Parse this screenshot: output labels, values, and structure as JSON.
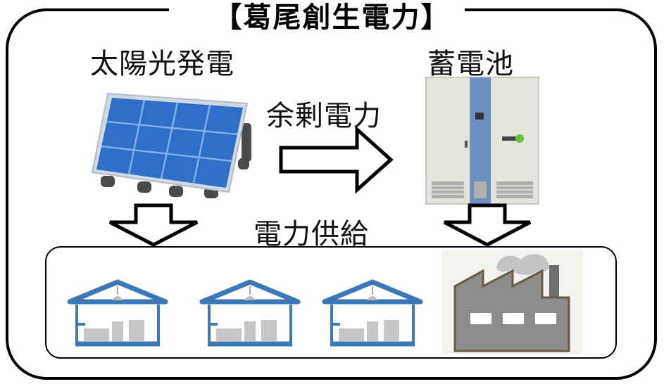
{
  "title": "【葛尾創生電力】",
  "labels": {
    "solar": "太陽光発電",
    "battery": "蓄電池",
    "surplus": "余剰電力",
    "supply": "電力供給"
  },
  "colors": {
    "solar_panel": "#2f6fc6",
    "house_blue": "#3b78b5",
    "factory_gray": "#8c8c8c",
    "factory_window": "#ffffff",
    "battery_body": "#e4e4dd",
    "battery_stripe": "#6f8fbf"
  },
  "icons": [
    "solar-panel-icon",
    "battery-cabinet-icon",
    "house-icon",
    "factory-icon",
    "arrow-right-icon",
    "arrow-down-icon"
  ]
}
